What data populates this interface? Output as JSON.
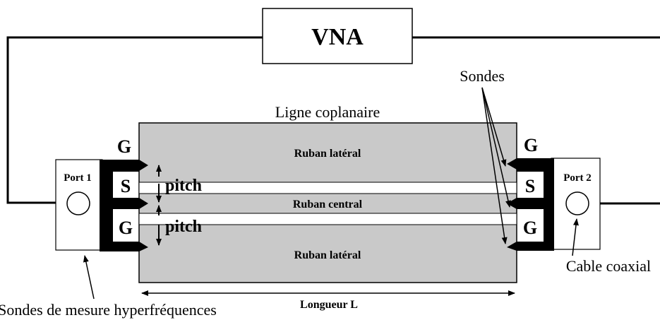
{
  "instrument": {
    "label": "VNA"
  },
  "line": {
    "title": "Ligne coplanaire"
  },
  "ribbons": {
    "top": "Ruban latéral",
    "center": "Ruban central",
    "bottom": "Ruban latéral"
  },
  "ports": {
    "left": "Port 1",
    "right": "Port 2"
  },
  "contacts": {
    "left": [
      "G",
      "S",
      "G"
    ],
    "right": [
      "G",
      "S",
      "G"
    ]
  },
  "pitch": {
    "upper": "pitch",
    "lower": "pitch"
  },
  "annotations": {
    "probes": "Sondes",
    "coax": "Cable coaxial",
    "length": "Longueur L",
    "rf_probes": "Sondes de mesure hyperfréquences"
  },
  "colors": {
    "substrate": "#c9c9c9",
    "probe_body": "#000000",
    "line_stroke": "#000000",
    "background": "#ffffff"
  }
}
